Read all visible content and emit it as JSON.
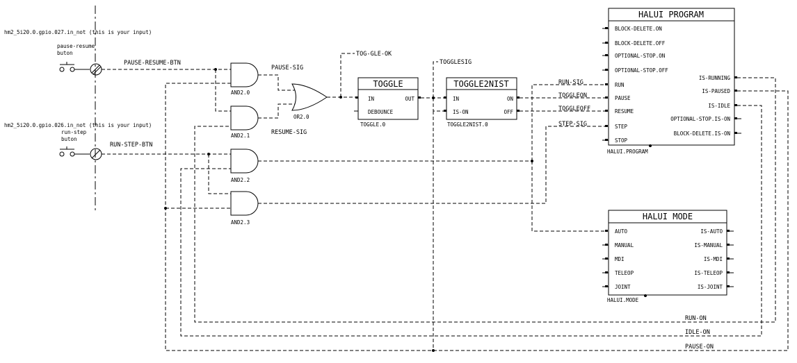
{
  "inputs": {
    "pause_resume": {
      "pin": "hm2_5i20.0.gpio.027.in_not (this is your input)",
      "label_line1": "pause-resume",
      "label_line2": "buton",
      "signal": "PAUSE-RESUME-BTN"
    },
    "run_step": {
      "pin": "hm2_5i20.0.gpio.026.in_not (this is your input)",
      "label_line1": "run-step",
      "label_line2": "buton",
      "signal": "RUN-STEP-BTN"
    }
  },
  "gates": {
    "and1": "AND2.0",
    "and2": "AND2.1",
    "and3": "AND2.2",
    "and4": "AND2.3",
    "or1": "OR2.0"
  },
  "signals": {
    "pause_sig": "PAUSE-SIG",
    "resume_sig": "RESUME-SIG",
    "tog_gle_ok": "TOG-GLE-OK",
    "togglesig": "TOGGLESIG",
    "run_sig": "RUN-SIG",
    "toggleon": "TOGGLEON",
    "toggleoff": "TOGGLEOFF",
    "step_sig": "STEP-SIG",
    "run_on": "RUN-ON",
    "idle_on": "IDLE-ON",
    "pause_on": "PAUSE-ON"
  },
  "toggle": {
    "title": "TOGGLE",
    "in": "IN",
    "out": "OUT",
    "debounce": "DEBOUNCE",
    "instance": "TOGGLE.0"
  },
  "toggle2nist": {
    "title": "TOGGLE2NIST",
    "in": "IN",
    "is_on": "IS-ON",
    "on": "ON",
    "off": "OFF",
    "instance": "TOGGLE2NIST.0"
  },
  "halui_program": {
    "title": "HALUI PROGRAM",
    "instance": "HALUI.PROGRAM",
    "left_pins": [
      "BLOCK-DELETE.ON",
      "BLOCK-DELETE.OFF",
      "OPTIONAL-STOP.ON",
      "OPTIONAL-STOP.OFF",
      "RUN",
      "PAUSE",
      "RESUME",
      "STEP",
      "STOP"
    ],
    "right_pins": [
      "IS-RUNNING",
      "IS-PAUSED",
      "IS-IDLE",
      "OPTIONAL-STOP.IS-ON",
      "BLOCK-DELETE.IS-ON"
    ]
  },
  "halui_mode": {
    "title": "HALUI MODE",
    "instance": "HALUI.MODE",
    "left_pins": [
      "AUTO",
      "MANUAL",
      "MDI",
      "TELEOP",
      "JOINT"
    ],
    "right_pins": [
      "IS-AUTO",
      "IS-MANUAL",
      "IS-MDI",
      "IS-TELEOP",
      "IS-JOINT"
    ]
  }
}
